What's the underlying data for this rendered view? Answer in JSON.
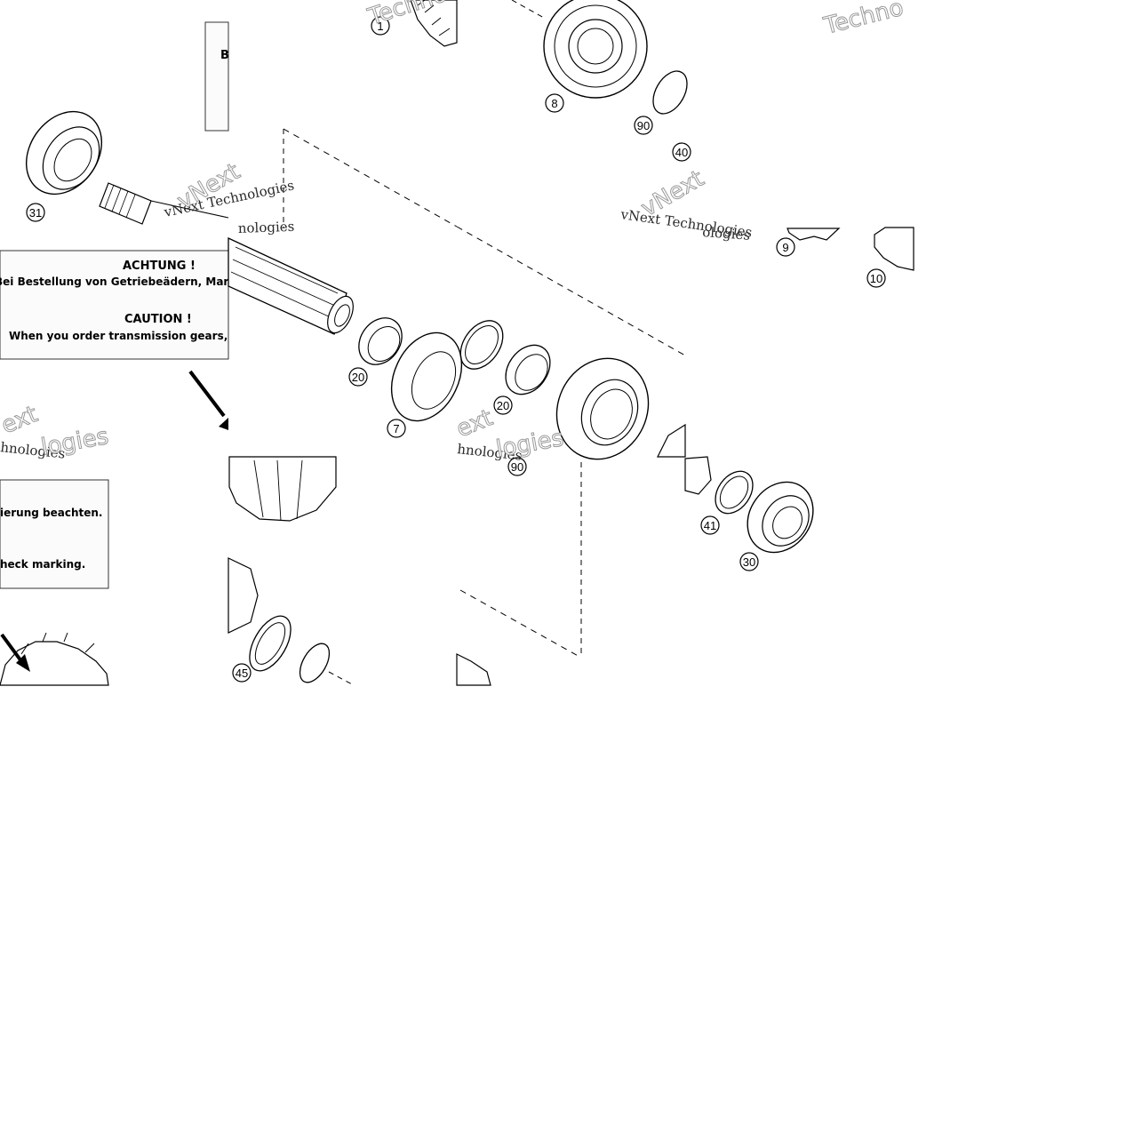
{
  "watermark": {
    "brand": "vNext",
    "script_text": "vNext Technologies",
    "outline_word_1": "Techno",
    "outline_word_2": "ext",
    "outline_word_3": "logies",
    "fragment_1": "hnologies",
    "fragment_2": "nologies",
    "fragment_3": "ologies"
  },
  "notes": {
    "achtung_heading": "ACHTUNG !",
    "achtung_text": "Bei Bestellung von Getriebeädern, Markierung beachten.",
    "caution_heading": "CAUTION !",
    "caution_text": "When you order transmission gears, check marking.",
    "box_fragment_top": "B",
    "box_fragment_de": "ierung beachten.",
    "box_fragment_en": "heck marking."
  },
  "callouts": {
    "c1": "1",
    "c7": "7",
    "c8": "8",
    "c9": "9",
    "c10": "10",
    "c20a": "20",
    "c20b": "20",
    "c30": "30",
    "c31": "31",
    "c40": "40",
    "c41": "41",
    "c45": "45",
    "c90a": "90",
    "c90b": "90"
  },
  "colors": {
    "line": "#000000",
    "paper": "#ffffff",
    "watermark_outline": "#9a9a9a"
  }
}
